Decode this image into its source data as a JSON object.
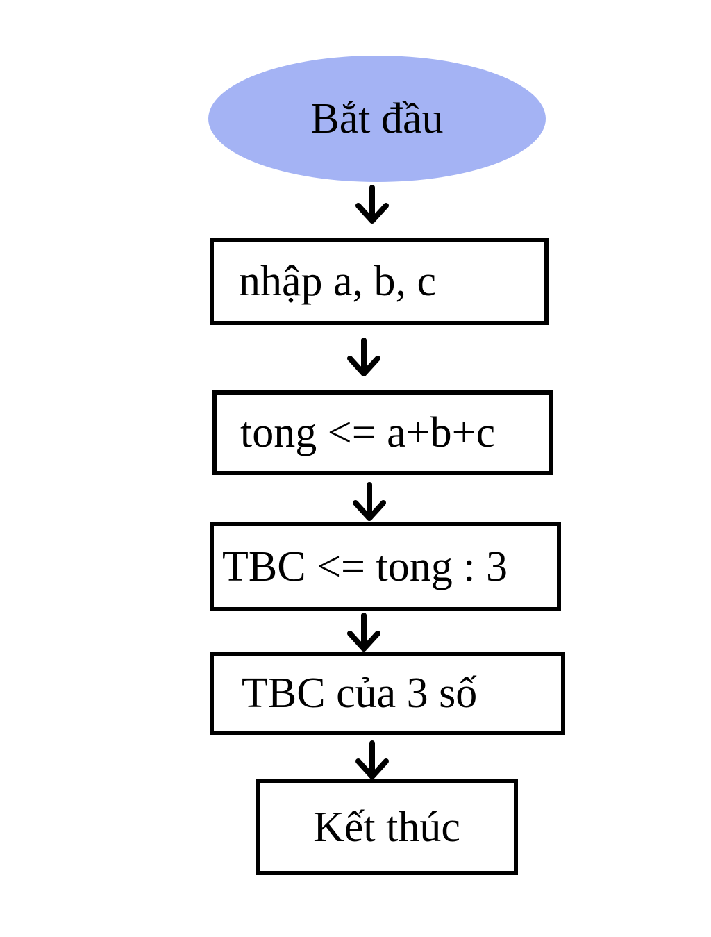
{
  "flowchart": {
    "start": "Bắt đầu",
    "steps": [
      "nhập a, b, c",
      "tong <= a+b+c",
      "TBC <= tong : 3",
      "TBC của 3 số",
      "Kết thúc"
    ],
    "colors": {
      "start_fill": "#a4b3f4",
      "box_border": "#000000",
      "arrow": "#000000"
    }
  }
}
